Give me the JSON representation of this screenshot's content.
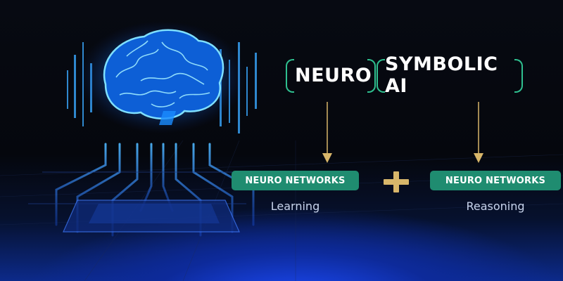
{
  "heading": {
    "left_word": "NEURO",
    "right_word": "SYMBOLIC AI"
  },
  "boxes": [
    {
      "label": "NEURO NETWORKS",
      "caption": "Learning"
    },
    {
      "label": "NEURO NETWORKS",
      "caption": "Reasoning"
    }
  ],
  "colors": {
    "accent_green": "#1f8c70",
    "bracket_green": "#2fbf8f",
    "arrow_gold": "#d8b66a",
    "glow_blue": "#2f9bff"
  },
  "icons": [
    "brain-icon",
    "circuit-board-icon",
    "plus-icon",
    "arrow-down-icon"
  ]
}
